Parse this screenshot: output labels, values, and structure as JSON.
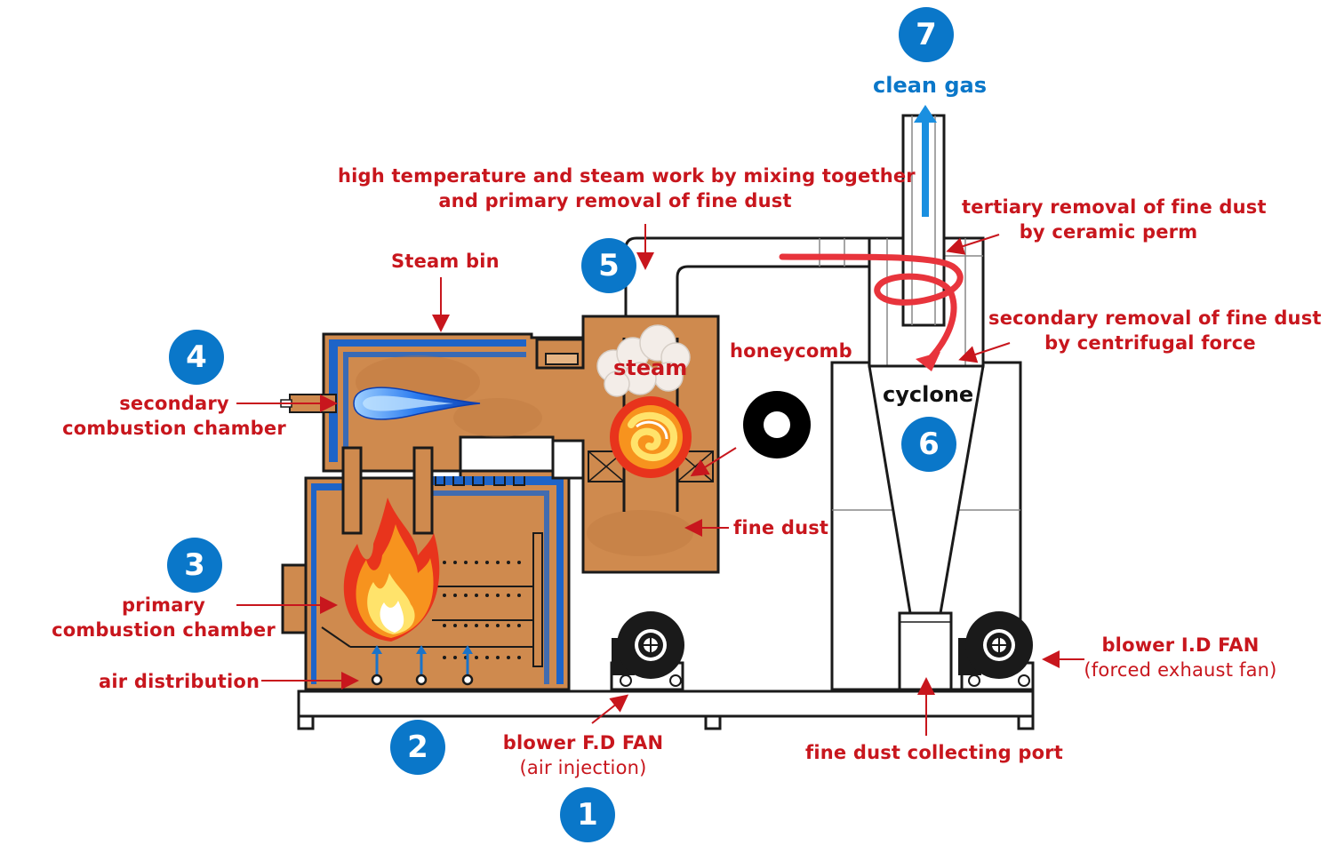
{
  "badges": [
    "1",
    "2",
    "3",
    "4",
    "5",
    "6",
    "7"
  ],
  "labels": {
    "clean_gas": "clean gas",
    "high_temp_line1": "high temperature and steam work by mixing together",
    "high_temp_line2": "and primary removal of fine dust",
    "tertiary_line1": "tertiary removal of fine dust",
    "tertiary_line2": "by ceramic perm",
    "steam_bin": "Steam bin",
    "secondary_removal_line1": "secondary removal of fine dust",
    "secondary_removal_line2": "by centrifugal force",
    "honeycomb": "honeycomb",
    "steam": "steam",
    "cyclone": "cyclone",
    "secondary_chamber_line1": "secondary",
    "secondary_chamber_line2": "combustion chamber",
    "primary_chamber_line1": "primary",
    "primary_chamber_line2": "combustion chamber",
    "air_distribution": "air distribution",
    "fine_dust": "fine dust",
    "blower_id_line1": "blower I.D FAN",
    "blower_id_line2": "(forced exhaust fan)",
    "blower_fd_line1": "blower F.D FAN",
    "blower_fd_line2": "(air injection)",
    "fine_dust_port": "fine dust collecting port"
  },
  "colors": {
    "label_red": "#c8161d",
    "badge_blue": "#0a77c9",
    "chamber_fill": "#cf8a4e",
    "insulation_blue": "#1e64c8",
    "outline": "#1a1a1a",
    "swirl_red": "#e8343c"
  }
}
